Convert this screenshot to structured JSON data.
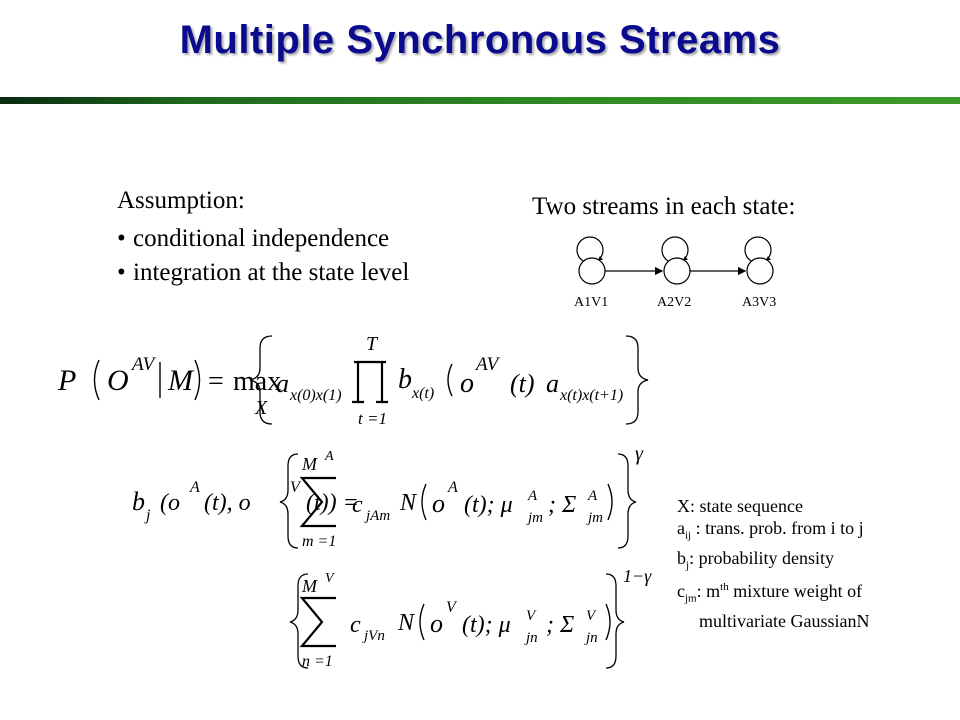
{
  "slide": {
    "title": "Multiple Synchronous Streams",
    "assumption": {
      "heading": "Assumption:",
      "bullets": [
        "conditional independence",
        "integration at the state level"
      ]
    },
    "streams": {
      "heading": "Two streams in each state:",
      "states": [
        "A1V1",
        "A2V2",
        "A3V3"
      ]
    },
    "equation1": {
      "P": "P",
      "O": "O",
      "AV": "AV",
      "M": "M",
      "eq": "=",
      "max": "max",
      "X": "X",
      "a": "a",
      "x0x1": "x(0)x(1)",
      "T": "T",
      "t1": "t =1",
      "b": "b",
      "xt": "x(t)",
      "o": "o",
      "t": "(t)",
      "xtxt1": "x(t)x(t+1)"
    },
    "equation2": {
      "bj": "b",
      "j": "j",
      "lhs_o": "(o",
      "A": "A",
      "V": "V",
      "lhs_t1": "(t), o",
      "lhs_t2": "(t)) =",
      "MA": "M",
      "m1": "m =1",
      "c": "c",
      "jAm": "jAm",
      "N": "N",
      "o": "o",
      "targ": "(t); μ",
      "jm": "jm",
      "sigma": "; Σ",
      "gamma": "γ"
    },
    "equation3": {
      "MV": "M",
      "V": "V",
      "n1": "n =1",
      "c": "c",
      "jVn": "jVn",
      "N": "N",
      "o": "o",
      "targ": "(t); μ",
      "jn": "jn",
      "sigma": "; Σ",
      "exp": "1−γ"
    },
    "legend": {
      "x": "X: state sequence",
      "a_sym": "a",
      "a_sub": "ij",
      "a_text": " : trans. prob. from i to j",
      "b_sym": "b",
      "b_sub": "j",
      "b_text": ": probability density",
      "c_sym": "c",
      "c_sub": "jm",
      "c_mid": ": m",
      "c_sup": "th",
      "c_text": " mixture weight of",
      "c_cont": "multivariate GaussianN"
    }
  }
}
